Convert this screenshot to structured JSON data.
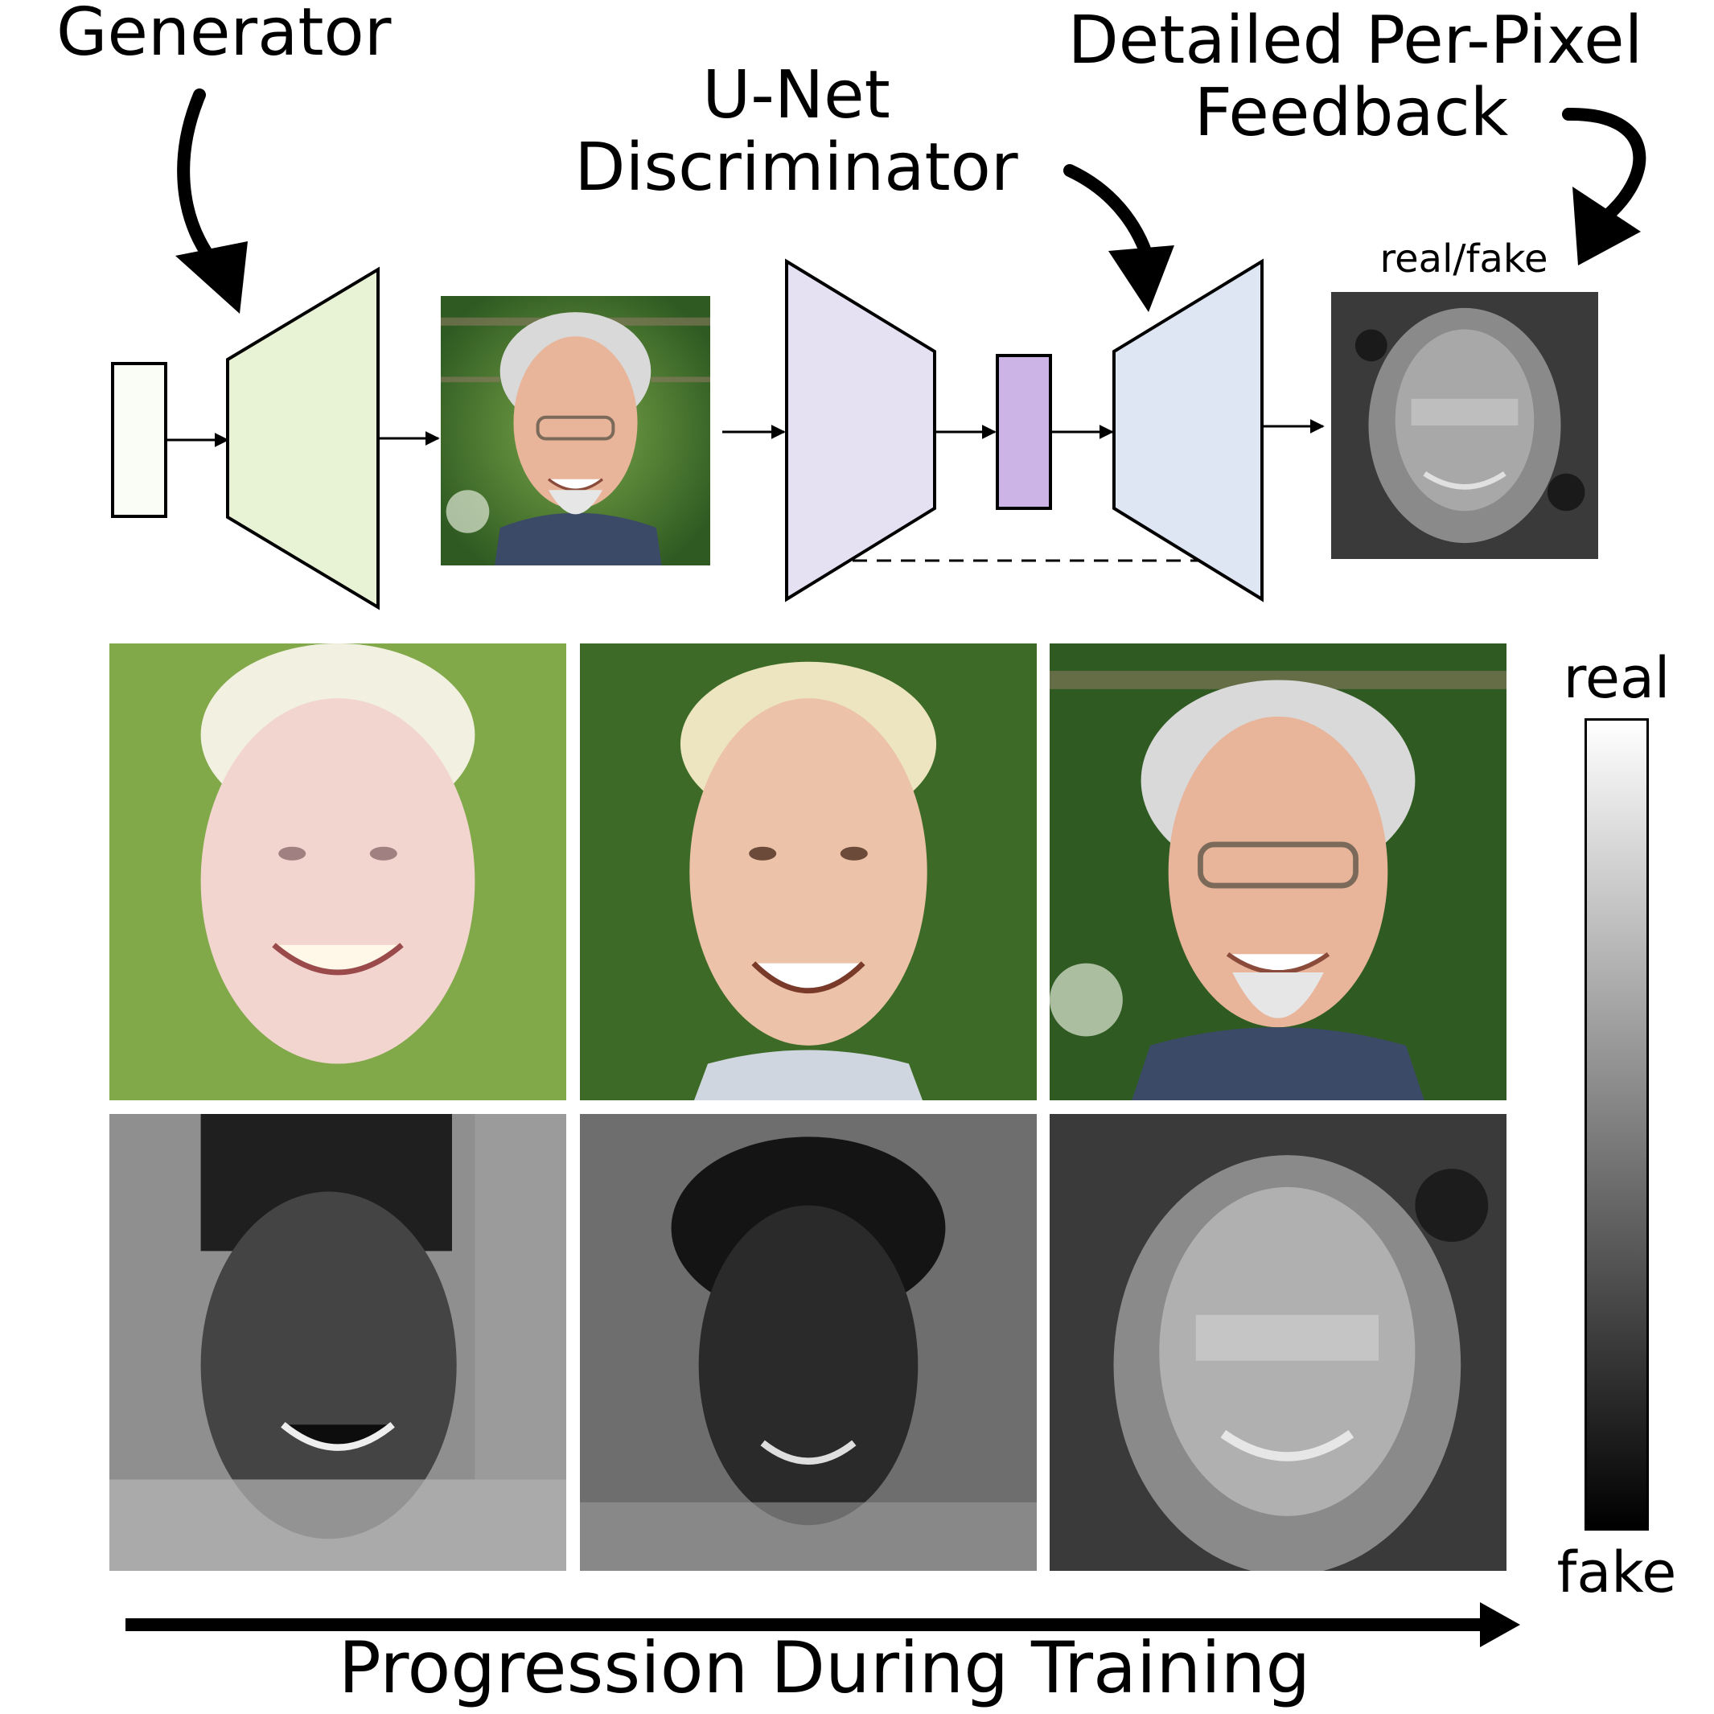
{
  "labels": {
    "generator": "Generator",
    "discriminator_line1": "U-Net",
    "discriminator_line2": "Discriminator",
    "feedback_line1": "Detailed Per-Pixel",
    "feedback_line2": "Feedback",
    "output_caption": "real/fake",
    "colorbar_top": "real",
    "colorbar_bottom": "fake",
    "progression": "Progression During Training"
  },
  "colors": {
    "latent_box": "#fafcf6",
    "generator_block": "#e8f2d4",
    "encoder_block": "#e6e0f3",
    "bottleneck_block": "#ccb4e6",
    "decoder_block": "#dee6f4",
    "stroke": "#000000"
  },
  "image_content": {
    "generated_face": "photo of smiling older man with glasses and gray goatee in front of green hedge",
    "training_samples": [
      "early training generated face",
      "mid training generated face",
      "late training generated face"
    ],
    "feedback_maps": [
      "early per-pixel real/fake map",
      "mid per-pixel real/fake map",
      "late per-pixel real/fake map"
    ]
  }
}
